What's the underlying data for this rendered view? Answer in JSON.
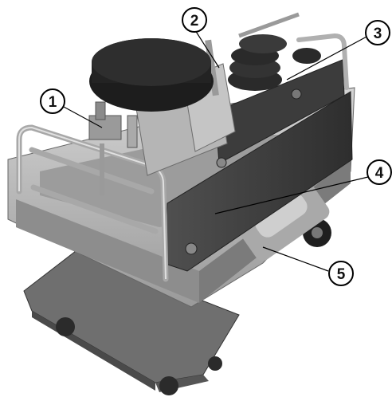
{
  "callouts": [
    {
      "id": "1",
      "label": "1"
    },
    {
      "id": "2",
      "label": "2"
    },
    {
      "id": "3",
      "label": "3"
    },
    {
      "id": "4",
      "label": "4"
    },
    {
      "id": "5",
      "label": "5"
    }
  ],
  "colors": {
    "background": "#ffffff",
    "metal": "#b9b9b9",
    "dark_panel": "#3c3c3c",
    "seat": "#2a2a2a",
    "platform": "#6f6f6f"
  }
}
